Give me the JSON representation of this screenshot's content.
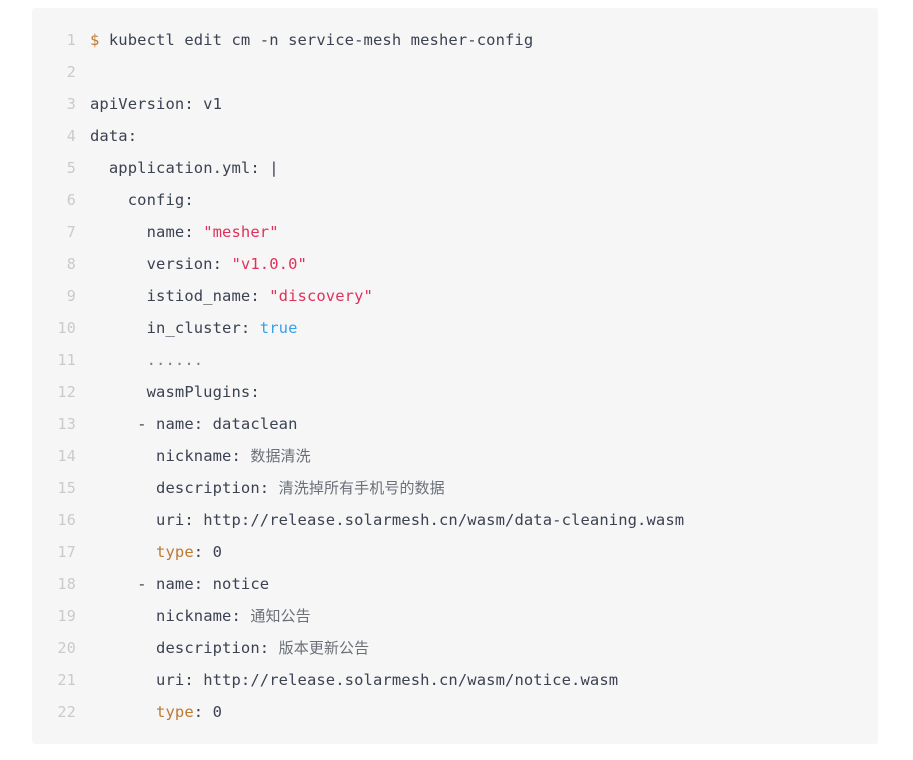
{
  "colors": {
    "background": "#ffffff",
    "block_background": "#f6f6f6",
    "line_number": "#c8cacc",
    "text": "#3b4252",
    "string": "#e0315b",
    "boolean": "#36a3e8",
    "type_key": "#c07830",
    "prompt": "#c07830",
    "cjk_text": "#6b7078"
  },
  "code": {
    "language": "yaml",
    "lines": [
      {
        "n": "1",
        "indent": 0,
        "tokens": [
          {
            "t": "$",
            "c": "prompt"
          },
          {
            "t": " kubectl edit cm -n service-mesh mesher-config",
            "c": "plain"
          }
        ]
      },
      {
        "n": "2",
        "indent": 0,
        "tokens": []
      },
      {
        "n": "3",
        "indent": 0,
        "tokens": [
          {
            "t": "apiVersion: v1",
            "c": "plain"
          }
        ]
      },
      {
        "n": "4",
        "indent": 0,
        "tokens": [
          {
            "t": "data:",
            "c": "plain"
          }
        ]
      },
      {
        "n": "5",
        "indent": 2,
        "tokens": [
          {
            "t": "application.yml: |",
            "c": "plain"
          }
        ]
      },
      {
        "n": "6",
        "indent": 4,
        "tokens": [
          {
            "t": "config:",
            "c": "plain"
          }
        ]
      },
      {
        "n": "7",
        "indent": 6,
        "tokens": [
          {
            "t": "name: ",
            "c": "plain"
          },
          {
            "t": "\"mesher\"",
            "c": "str"
          }
        ]
      },
      {
        "n": "8",
        "indent": 6,
        "tokens": [
          {
            "t": "version: ",
            "c": "plain"
          },
          {
            "t": "\"v1.0.0\"",
            "c": "str"
          }
        ]
      },
      {
        "n": "9",
        "indent": 6,
        "tokens": [
          {
            "t": "istiod_name: ",
            "c": "plain"
          },
          {
            "t": "\"discovery\"",
            "c": "str"
          }
        ]
      },
      {
        "n": "10",
        "indent": 6,
        "tokens": [
          {
            "t": "in_cluster: ",
            "c": "plain"
          },
          {
            "t": "true",
            "c": "bool"
          }
        ]
      },
      {
        "n": "11",
        "indent": 6,
        "tokens": [
          {
            "t": "......",
            "c": "dots"
          }
        ]
      },
      {
        "n": "12",
        "indent": 6,
        "tokens": [
          {
            "t": "wasmPlugins:",
            "c": "plain"
          }
        ]
      },
      {
        "n": "13",
        "indent": 5,
        "tokens": [
          {
            "t": "- name: dataclean",
            "c": "plain"
          }
        ]
      },
      {
        "n": "14",
        "indent": 7,
        "tokens": [
          {
            "t": "nickname: ",
            "c": "plain"
          },
          {
            "t": "数据清洗",
            "c": "cjk"
          }
        ]
      },
      {
        "n": "15",
        "indent": 7,
        "tokens": [
          {
            "t": "description: ",
            "c": "plain"
          },
          {
            "t": "清洗掉所有手机号的数据",
            "c": "cjk"
          }
        ]
      },
      {
        "n": "16",
        "indent": 7,
        "tokens": [
          {
            "t": "uri: http://release.solarmesh.cn/wasm/data-cleaning.wasm",
            "c": "plain"
          }
        ]
      },
      {
        "n": "17",
        "indent": 7,
        "tokens": [
          {
            "t": "type",
            "c": "typekey"
          },
          {
            "t": ": ",
            "c": "plain"
          },
          {
            "t": "0",
            "c": "num"
          }
        ]
      },
      {
        "n": "18",
        "indent": 5,
        "tokens": [
          {
            "t": "- name: notice",
            "c": "plain"
          }
        ]
      },
      {
        "n": "19",
        "indent": 7,
        "tokens": [
          {
            "t": "nickname: ",
            "c": "plain"
          },
          {
            "t": "通知公告",
            "c": "cjk"
          }
        ]
      },
      {
        "n": "20",
        "indent": 7,
        "tokens": [
          {
            "t": "description: ",
            "c": "plain"
          },
          {
            "t": "版本更新公告",
            "c": "cjk"
          }
        ]
      },
      {
        "n": "21",
        "indent": 7,
        "tokens": [
          {
            "t": "uri: http://release.solarmesh.cn/wasm/notice.wasm",
            "c": "plain"
          }
        ]
      },
      {
        "n": "22",
        "indent": 7,
        "tokens": [
          {
            "t": "type",
            "c": "typekey"
          },
          {
            "t": ": ",
            "c": "plain"
          },
          {
            "t": "0",
            "c": "num"
          }
        ]
      }
    ]
  }
}
